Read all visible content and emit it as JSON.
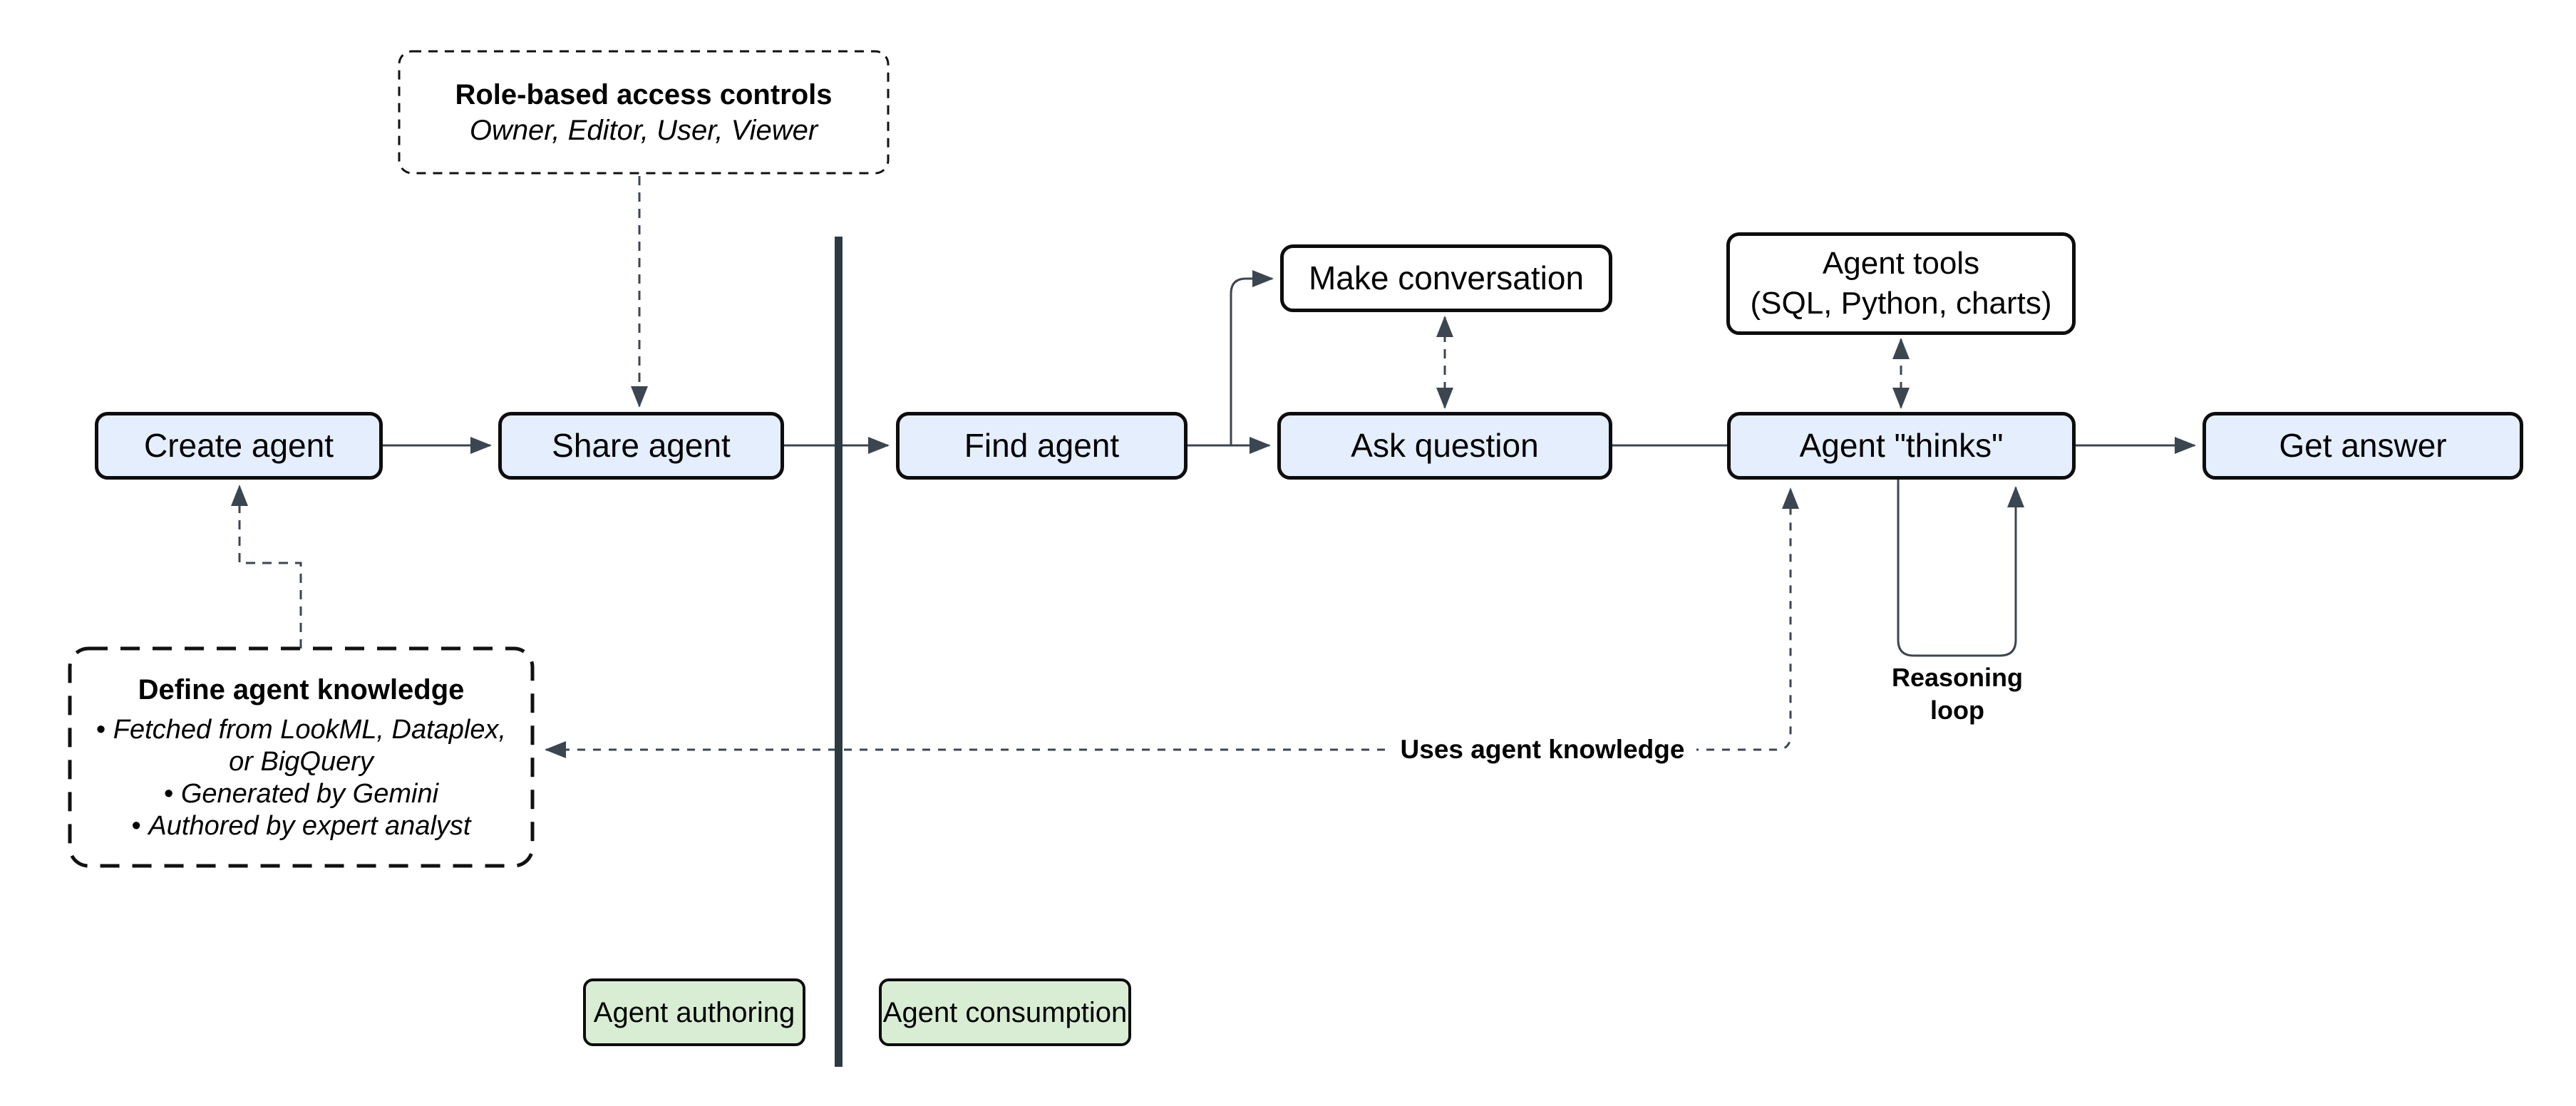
{
  "nodes": {
    "create_agent": {
      "label": "Create agent"
    },
    "share_agent": {
      "label": "Share agent"
    },
    "find_agent": {
      "label": "Find agent"
    },
    "make_conversation": {
      "label": "Make conversation"
    },
    "ask_question": {
      "label": "Ask question"
    },
    "agent_thinks": {
      "label": "Agent \"thinks\""
    },
    "get_answer": {
      "label": "Get answer"
    },
    "agent_tools": {
      "line1": "Agent tools",
      "line2": "(SQL, Python, charts)"
    },
    "rbac": {
      "title": "Role-based access controls",
      "subtitle": "Owner, Editor, User, Viewer"
    },
    "define_knowledge": {
      "title": "Define agent knowledge",
      "bullets": [
        "Fetched from LookML, Dataplex, or BigQuery",
        "Generated by Gemini",
        "Authored by expert analyst"
      ]
    }
  },
  "labels": {
    "uses_agent_knowledge": "Uses agent knowledge",
    "reasoning_loop": "Reasoning loop",
    "agent_authoring": "Agent authoring",
    "agent_consumption": "Agent consumption"
  },
  "colors": {
    "node_fill_blue": "#e4eefc",
    "node_fill_green": "#d8edd3",
    "node_border": "#0d0d0d",
    "connector": "#3c4650",
    "divider": "#2e3a42",
    "background": "#ffffff"
  }
}
